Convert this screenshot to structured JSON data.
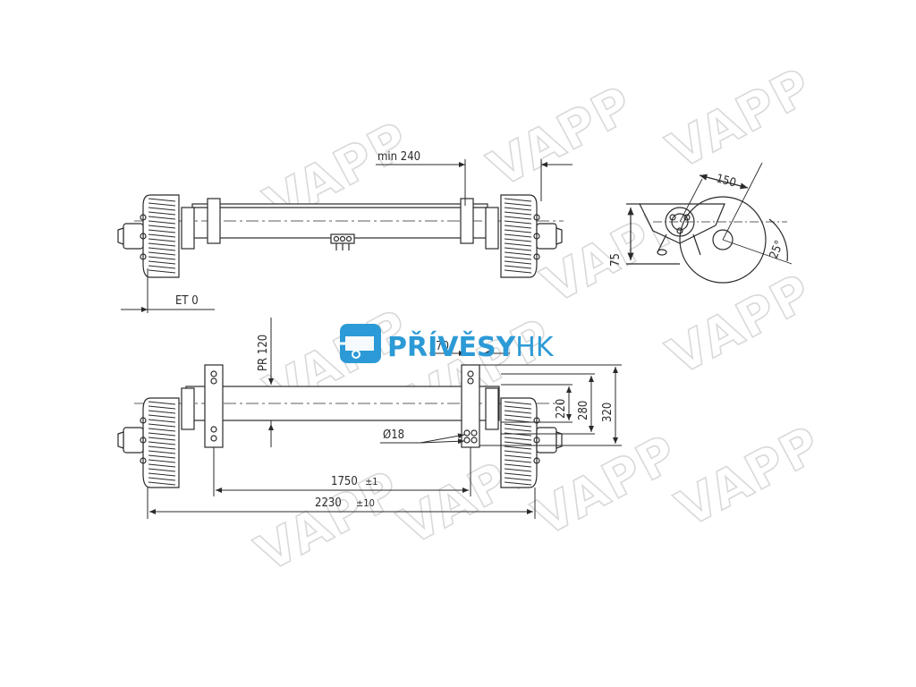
{
  "watermark": {
    "text": "VAPP"
  },
  "logo": {
    "brand_bold": "PŘÍVĚSY",
    "brand_light": "HK",
    "color": "#2c9ad6"
  },
  "drawing": {
    "line_color": "#2a2a2a",
    "dims": {
      "min": "min 240",
      "et": "ET 0",
      "pr": "PR 120",
      "d150": "150",
      "d75": "75",
      "angle": "25°",
      "d220": "220",
      "d280": "280",
      "d320": "320",
      "d70": "70",
      "dia18": "Ø18",
      "d1750": "1750",
      "t1750": "±1",
      "d2230": "2230",
      "t2230": "±10"
    }
  }
}
